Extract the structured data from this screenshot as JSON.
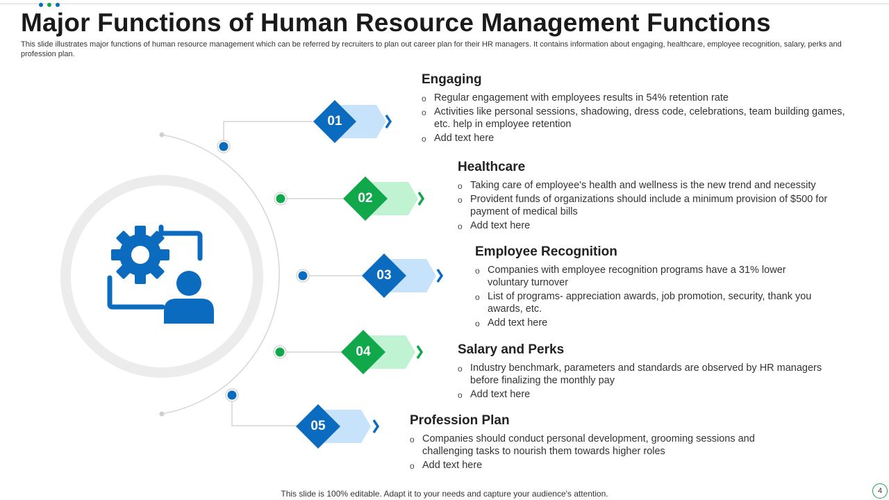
{
  "title": "Major Functions of Human Resource Management Functions",
  "subtitle": "This slide illustrates major functions of human resource management which can be referred by recruiters to plan out career plan for their HR managers. It contains information about engaging, healthcare, employee recognition, salary, perks and profession plan.",
  "colors": {
    "blue": "#0b6bbf",
    "green": "#10a84a",
    "light_blue": "#c6e3fb",
    "light_green": "#bff3d2",
    "chevron_blue": "#0b6bbf",
    "chevron_green": "#10a84a"
  },
  "icons": {
    "center": "hr-management-icon"
  },
  "items": [
    {
      "number": "01",
      "heading": "Engaging",
      "bullets": [
        "Regular engagement with employees results in 54%  retention rate",
        "Activities like personal sessions, shadowing, dress code, celebrations, team building games, etc. help in employee retention",
        "Add text here"
      ]
    },
    {
      "number": "02",
      "heading": "Healthcare",
      "bullets": [
        "Taking care of employee's health and wellness is the new trend and necessity",
        "Provident funds of organizations should include a minimum provision of $500 for payment of medical bills",
        "Add text here"
      ]
    },
    {
      "number": "03",
      "heading": "Employee Recognition",
      "bullets": [
        "Companies with employee recognition programs have a 31% lower voluntary turnover",
        "List of programs- appreciation awards, job promotion, security, thank you awards, etc.",
        "Add text here"
      ]
    },
    {
      "number": "04",
      "heading": "Salary and Perks",
      "bullets": [
        "Industry benchmark, parameters and standards are observed by HR managers before finalizing the monthly pay",
        "Add text here"
      ]
    },
    {
      "number": "05",
      "heading": "Profession Plan",
      "bullets": [
        "Companies should conduct personal development, grooming sessions and challenging tasks to nourish them towards higher roles",
        "Add text here"
      ]
    }
  ],
  "footer": "This slide is 100% editable. Adapt it to your needs and capture your audience's attention.",
  "page_number": "4"
}
